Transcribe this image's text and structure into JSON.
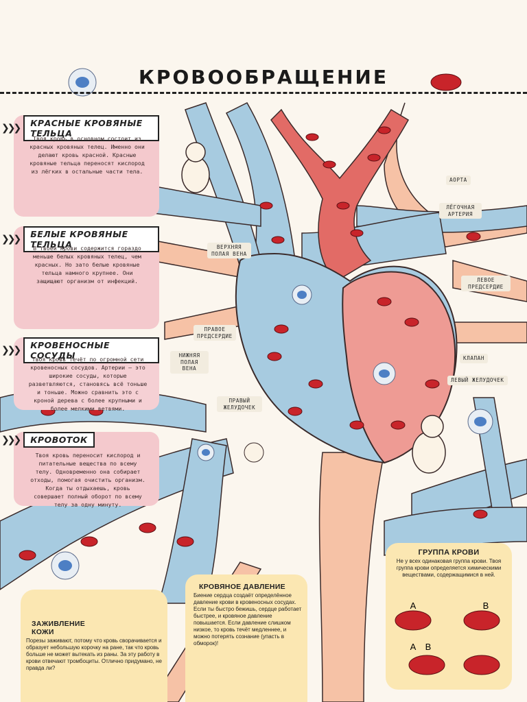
{
  "title": "КРОВООБРАЩЕНИЕ",
  "colors": {
    "vein": "#a7cbe0",
    "artery": "#e26b66",
    "blood_cell": "#c8242a",
    "heart": "#ee9b94",
    "panel": "#f4c9cd",
    "yellow_box": "#fbe7b2",
    "background": "#fbf6ee"
  },
  "sections": [
    {
      "heading": "КРАСНЫЕ КРОВЯНЫЕ ТЕЛЬЦА",
      "text": "Твоя кровь в основном состоит из красных кровяных телец. Именно они делают кровь красной. Красные кровяные тельца переносят кислород из лёгких в остальные части тела."
    },
    {
      "heading": "БЕЛЫЕ КРОВЯНЫЕ ТЕЛЬЦА",
      "text": "В твоей крови содержится гораздо меньше белых кровяных телец, чем красных. Но зато белые кровяные тельца намного крупнее. Они защищают организм от инфекций."
    },
    {
      "heading": "КРОВЕНОСНЫЕ СОСУДЫ",
      "text": "Твоя кровь течёт по огромной сети кровеносных сосудов. Артерии – это широкие сосуды, которые разветвляются, становясь всё тоньше и тоньше. Можно сравнить это с кроной дерева с более крупными и более мелкими ветвями."
    },
    {
      "heading": "КРОВОТОК",
      "text": "Твоя кровь переносит кислород и питательные вещества по всему телу. Одновременно она собирает отходы, помогая очистить организм. Когда ты отдыхаешь, кровь совершает полный оборот по всему телу за одну минуту."
    }
  ],
  "labels": {
    "aorta": "АОРТА",
    "pulmonary_artery": "ЛЁГОЧНАЯ АРТЕРИЯ",
    "superior_vena_cava": "ВЕРХНЯЯ ПОЛАЯ ВЕНА",
    "left_atrium": "ЛЕВОЕ ПРЕДСЕРДИЕ",
    "right_atrium": "ПРАВОЕ ПРЕДСЕРДИЕ",
    "inferior_vena_cava": "НИЖНЯЯ ПОЛАЯ ВЕНА",
    "valve": "КЛАПАН",
    "left_ventricle": "ЛЕВЫЙ ЖЕЛУДОЧЕК",
    "right_ventricle": "ПРАВЫЙ ЖЕЛУДОЧЕК"
  },
  "boxes": {
    "blood_type": {
      "title": "ГРУППА КРОВИ",
      "text": "Не у всех одинаковая группа крови. Твоя группа крови определяется химическими веществами, содержащимися в ней.",
      "types": [
        "A",
        "B",
        "A",
        "B"
      ]
    },
    "blood_pressure": {
      "title": "КРОВЯНОЕ ДАВЛЕНИЕ",
      "text": "Биение сердца создаёт определённое давление крови в кровеносных сосудах. Если ты быстро бежишь, сердце работает быстрее, и кровяное давление повышается. Если давление слишком низкое, то кровь течёт медленнее, и можно потерять сознание (упасть в обморок)!"
    },
    "healing": {
      "title": "ЗАЖИВЛЕНИЕ КОЖИ",
      "text": "Порезы заживают, потому что кровь сворачивается и образует небольшую корочку на ране, так что кровь больше не может вытекать из раны. За эту работу в крови отвечают тромбоциты. Отлично придумано, не правда ли?"
    }
  }
}
